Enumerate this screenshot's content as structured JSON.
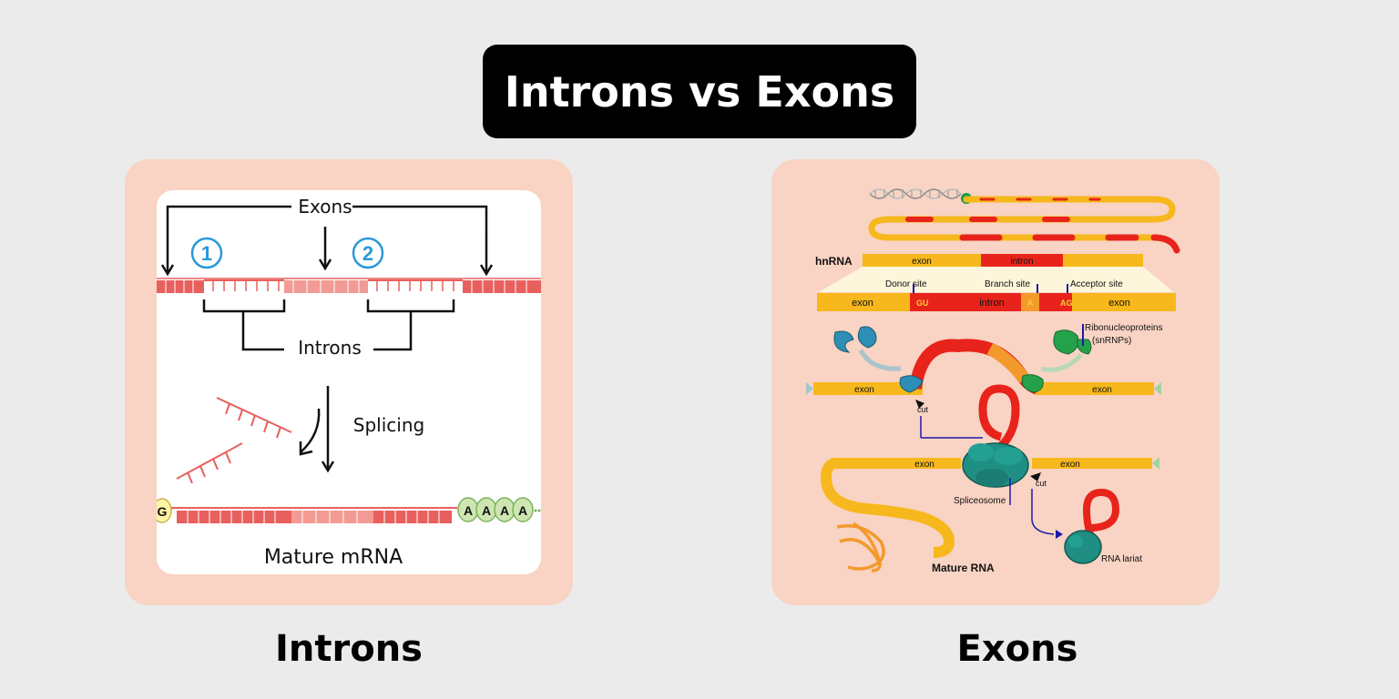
{
  "title": "Introns vs Exons",
  "left_panel": {
    "caption": "Introns",
    "exons_label": "Exons",
    "exon1_number": "1",
    "exon2_number": "2",
    "introns_label": "Introns",
    "splicing_label": "Splicing",
    "cap_label": "G",
    "polya_labels": [
      "A",
      "A",
      "A",
      "A"
    ],
    "mature_label": "Mature mRNA"
  },
  "right_panel": {
    "caption": "Exons",
    "hnrna_label": "hnRNA",
    "exon_label": "exon",
    "intron_label": "intron",
    "donor_site": "Donor site",
    "branch_site": "Branch site",
    "acceptor_site": "Acceptor site",
    "gu": "GU",
    "a": "A",
    "ag": "AG",
    "ribonucleoproteins": "Ribonucleoproteins",
    "snrnps": "(snRNPs)",
    "cut": "cut",
    "spliceosome": "Spliceosome",
    "rna_lariat": "RNA lariat",
    "mature_rna": "Mature RNA"
  },
  "colors": {
    "background": "#ebebeb",
    "panel": "#f9d3c3",
    "exon_red": "#e8605d",
    "intron_pink": "#f29b94",
    "number_blue": "#2a9ad8",
    "exon_yellow": "#f6b81c",
    "intron_red": "#e8231b",
    "snrnp_blue": "#2d8fb5",
    "snrnp_green": "#26a14b",
    "spliceosome_teal": "#1f8f83"
  }
}
